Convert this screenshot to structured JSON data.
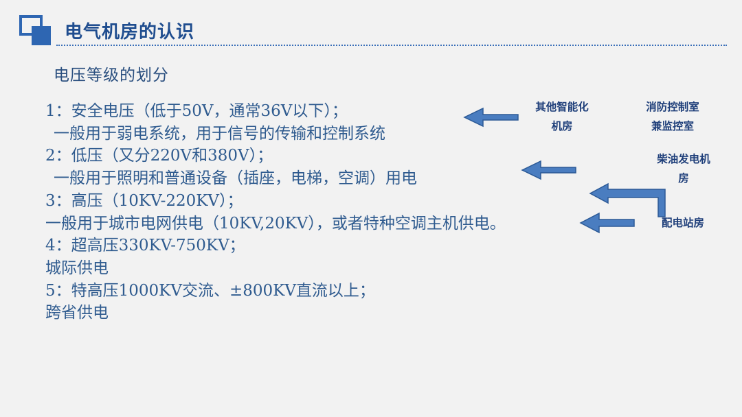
{
  "header": {
    "title": "电气机房的认识"
  },
  "subtitle": "电压等级的划分",
  "content": [
    "1：安全电压（低于50V，通常36V以下）；",
    "一般用于弱电系统，用于信号的传输和控制系统",
    "2：低压（又分220V和380V）；",
    "一般用于照明和普通设备（插座，电梯，空调）用电",
    "3：高压（10KV-220KV）；",
    "一般用于城市电网供电（10KV,20KV），或者特种空调主机供电。",
    "4：超高压330KV-750KV；",
    "城际供电",
    "5：特高压1000KV交流、±800KV直流以上；",
    "跨省供电"
  ],
  "labels": {
    "smart_room_line1": "其他智能化",
    "smart_room_line2": "机房",
    "fire_control_line1": "消防控制室",
    "fire_control_line2": "兼监控室",
    "diesel_line1": "柴油发电机",
    "diesel_line2": "房",
    "substation": "配电站房"
  },
  "colors": {
    "accent": "#2e66b2",
    "title": "#1f4d8f",
    "body_text": "#2f5b8f",
    "arrow_fill": "#4a7dc0",
    "arrow_stroke": "#2c5a96",
    "background": "#f2f2f2"
  },
  "icons": {
    "logo": "overlapping-squares-icon",
    "arrow": "left-arrow-icon"
  }
}
